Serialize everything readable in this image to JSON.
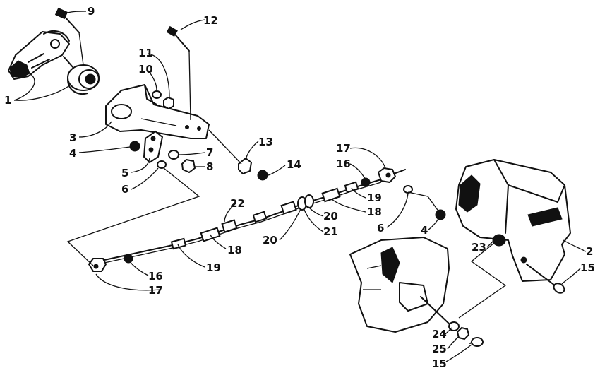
{
  "callouts": [
    {
      "id": "c1",
      "label": "1"
    },
    {
      "id": "c2",
      "label": "2"
    },
    {
      "id": "c3",
      "label": "3"
    },
    {
      "id": "c4a",
      "label": "4"
    },
    {
      "id": "c4b",
      "label": "4"
    },
    {
      "id": "c5",
      "label": "5"
    },
    {
      "id": "c6a",
      "label": "6"
    },
    {
      "id": "c6b",
      "label": "6"
    },
    {
      "id": "c7",
      "label": "7"
    },
    {
      "id": "c8",
      "label": "8"
    },
    {
      "id": "c9",
      "label": "9"
    },
    {
      "id": "c10",
      "label": "10"
    },
    {
      "id": "c11",
      "label": "11"
    },
    {
      "id": "c12",
      "label": "12"
    },
    {
      "id": "c13",
      "label": "13"
    },
    {
      "id": "c14",
      "label": "14"
    },
    {
      "id": "c15a",
      "label": "15"
    },
    {
      "id": "c15b",
      "label": "15"
    },
    {
      "id": "c16a",
      "label": "16"
    },
    {
      "id": "c16b",
      "label": "16"
    },
    {
      "id": "c17a",
      "label": "17"
    },
    {
      "id": "c17b",
      "label": "17"
    },
    {
      "id": "c18a",
      "label": "18"
    },
    {
      "id": "c18b",
      "label": "18"
    },
    {
      "id": "c19a",
      "label": "19"
    },
    {
      "id": "c19b",
      "label": "19"
    },
    {
      "id": "c20a",
      "label": "20"
    },
    {
      "id": "c20b",
      "label": "20"
    },
    {
      "id": "c21",
      "label": "21"
    },
    {
      "id": "c22",
      "label": "22"
    },
    {
      "id": "c23",
      "label": "23"
    },
    {
      "id": "c24",
      "label": "24"
    },
    {
      "id": "c25",
      "label": "25"
    }
  ]
}
